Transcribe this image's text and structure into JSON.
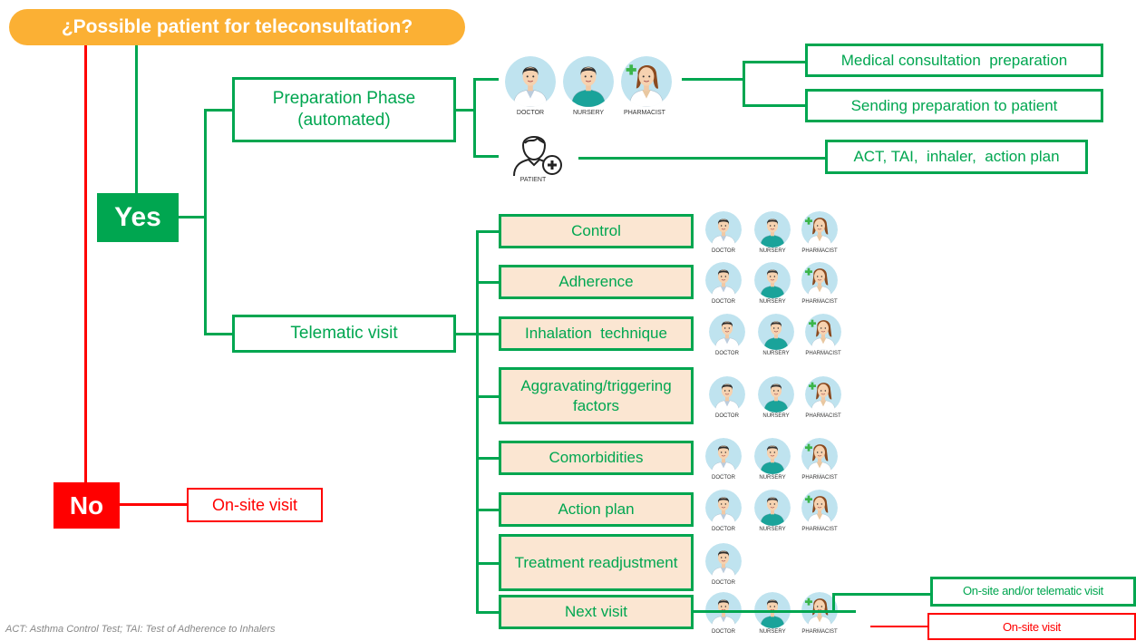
{
  "title": "¿Possible patient for teleconsultation?",
  "yes_label": "Yes",
  "no_label": "No",
  "onsite_visit_label": "On-site visit",
  "preparation_phase": {
    "label": "Preparation Phase\n(automated)",
    "professional_roles": [
      "DOCTOR",
      "NURSERY",
      "PHARMACIST"
    ],
    "patient_role": "PATIENT",
    "professional_outputs": [
      "Medical consultation  preparation",
      "Sending preparation to patient"
    ],
    "patient_output": "ACT, TAI,  inhaler,  action plan"
  },
  "telematic_visit": {
    "label": "Telematic visit",
    "items": [
      {
        "label": "Control",
        "roles": [
          "DOCTOR",
          "NURSERY",
          "PHARMACIST"
        ]
      },
      {
        "label": "Adherence",
        "roles": [
          "DOCTOR",
          "NURSERY",
          "PHARMACIST"
        ]
      },
      {
        "label": "Inhalation  technique",
        "roles": [
          "DOCTOR",
          "NURSERY",
          "PHARMACIST"
        ]
      },
      {
        "label": "Aggravating/triggering factors",
        "roles": [
          "DOCTOR",
          "NURSERY",
          "PHARMACIST"
        ]
      },
      {
        "label": "Comorbidities",
        "roles": [
          "DOCTOR",
          "NURSERY",
          "PHARMACIST"
        ]
      },
      {
        "label": "Action plan",
        "roles": [
          "DOCTOR",
          "NURSERY",
          "PHARMACIST"
        ]
      },
      {
        "label": "Treatment readjustment",
        "roles": [
          "DOCTOR"
        ]
      },
      {
        "label": "Next visit",
        "roles": [
          "DOCTOR",
          "NURSERY",
          "PHARMACIST"
        ]
      }
    ],
    "next_visit_outputs": {
      "green": "On-site and/or telematic visit",
      "red": "On-site visit"
    }
  },
  "footnote": "ACT: Asthma Control Test; TAI: Test of Adherence to Inhalers",
  "colors": {
    "green": "#00a650",
    "red": "#ff0000",
    "orange": "#fbb034",
    "peach": "#fbe6d2",
    "avatar_bg": "#bfe3ef"
  }
}
